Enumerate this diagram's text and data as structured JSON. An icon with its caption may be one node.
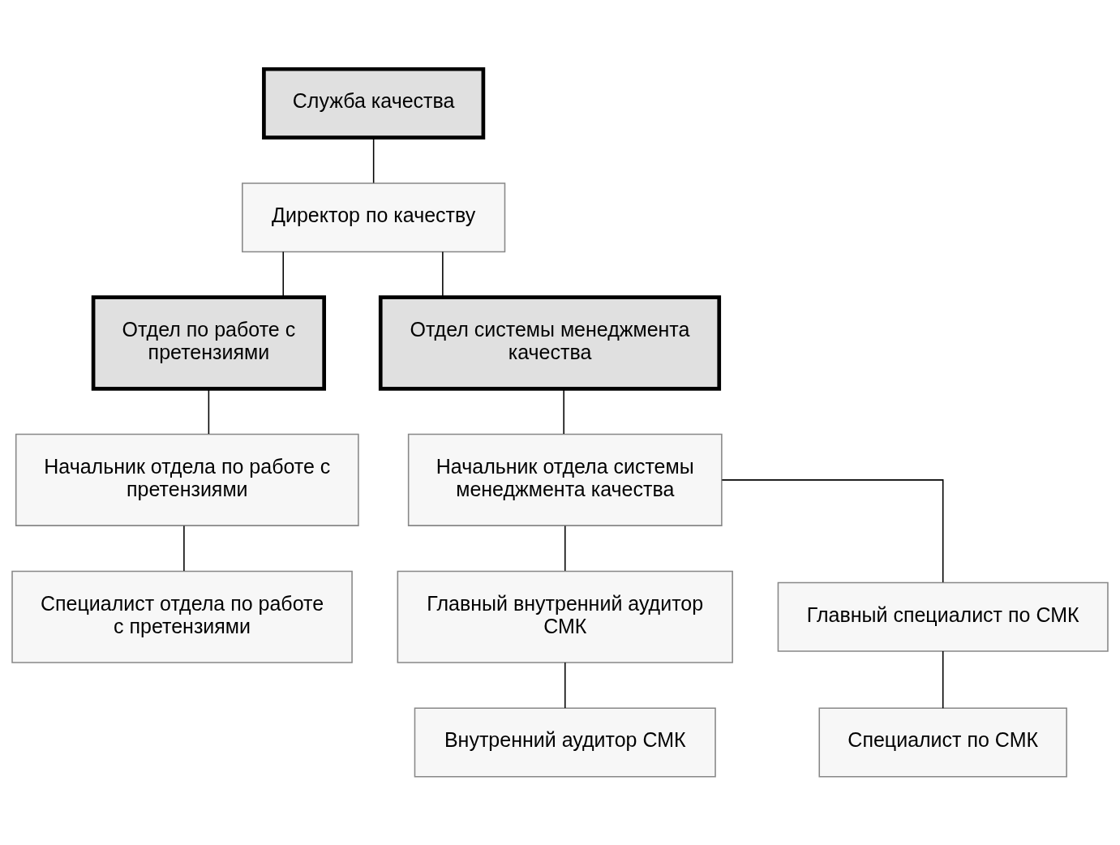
{
  "diagram": {
    "nodes": [
      {
        "text": [
          "Служба качества"
        ]
      },
      {
        "text": [
          "Директор по качеству"
        ]
      },
      {
        "text": [
          "Отдел по работе с претензиями"
        ]
      },
      {
        "text": [
          "Отдел системы менеджмента качества"
        ]
      },
      {
        "text": [
          "Начальник отдела по работе с претензиями"
        ]
      },
      {
        "text": [
          "Специалист отдела по работе с претензиями"
        ]
      },
      {
        "text": [
          "Начальник отдела системы менеджмента качества"
        ]
      },
      {
        "text": [
          "Главный внутренний аудитор СМК"
        ]
      },
      {
        "text": [
          "Главный специалист по СМК"
        ]
      },
      {
        "text": [
          "Внутренний аудитор СМК"
        ]
      },
      {
        "text": [
          "Специалист по СМК"
        ]
      }
    ],
    "edges": [
      {
        "from": 0,
        "to": 1,
        "arrow": "none"
      },
      {
        "from": 1,
        "to": 2,
        "arrow": "none"
      },
      {
        "from": 1,
        "to": 3,
        "arrow": "none"
      },
      {
        "from": 2,
        "to": 4,
        "arrow": "none"
      },
      {
        "from": 4,
        "to": 5,
        "arrow": "none"
      },
      {
        "from": 3,
        "to": 6,
        "arrow": "none"
      },
      {
        "from": 6,
        "to": 7,
        "arrow": "none"
      },
      {
        "from": 6,
        "to": 8,
        "arrow": "none"
      },
      {
        "from": 7,
        "to": 9,
        "arrow": "none"
      },
      {
        "from": 8,
        "to": 10,
        "arrow": "none"
      }
    ]
  }
}
